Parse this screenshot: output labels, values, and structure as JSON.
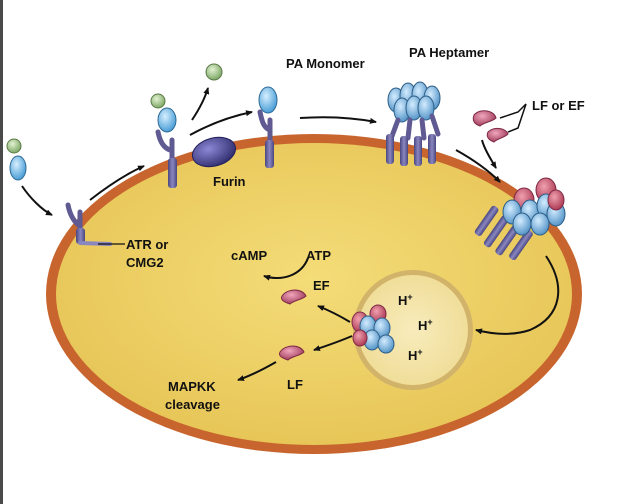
{
  "labels": {
    "pa_monomer": "PA Monomer",
    "pa_heptamer": "PA Heptamer",
    "lf_or_ef": "LF or EF",
    "furin": "Furin",
    "receptor_line1": "ATR or",
    "receptor_line2": "CMG2",
    "camp": "cAMP",
    "atp": "ATP",
    "ef": "EF",
    "lf": "LF",
    "mapkk_line1": "MAPKK",
    "mapkk_line2": "cleavage",
    "h1": "H",
    "h2": "H",
    "h3": "H",
    "plus": "+"
  },
  "colors": {
    "cell_fill": "#ecd36a",
    "cell_border": "#c8652e",
    "endosome_fill": "#f3e4a6",
    "endosome_border": "#d0b56a",
    "receptor": "#5f5a92",
    "pa_blue": "#7bbfe6",
    "pa_green": "#a9c98f",
    "furin": "#3f3c86",
    "toxin_pink": "#b8506e",
    "heptamer_blue": "#7fb3d8",
    "heptamer_red": "#c8506a"
  }
}
